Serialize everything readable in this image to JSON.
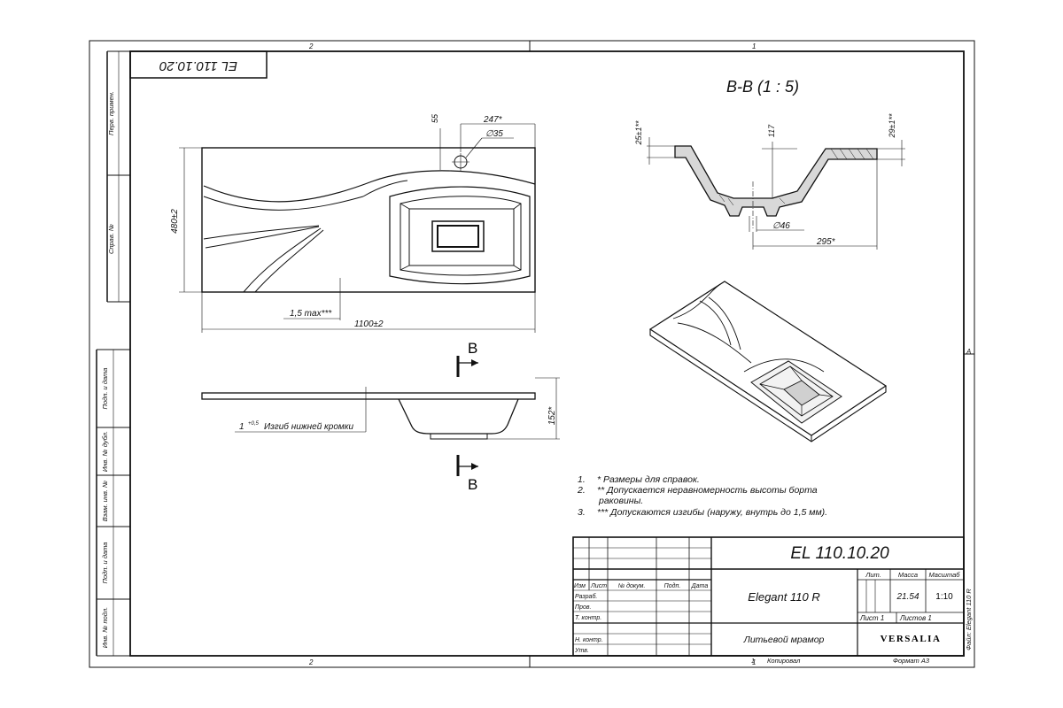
{
  "sheet": {
    "zone_top_left": "2",
    "zone_top_right": "1",
    "zone_bottom_left": "2",
    "zone_bottom_right": "1",
    "zone_right": "A",
    "rotated_code": "EL 110.10.20"
  },
  "left_strip": {
    "perv_primen": "Перв. примен.",
    "sprav_no": "Справ. №",
    "podp_data_1": "Подп. и дата",
    "inv_dubl": "Инв. № дубл.",
    "vzam_inv": "Взам. инв. №",
    "podp_data_2": "Подп. и дата",
    "inv_podl": "Инв. № подл."
  },
  "plan_view": {
    "dim_55": "55",
    "dim_247": "247*",
    "dim_hole": "∅35",
    "dim_480": "480±2",
    "dim_1100": "1100±2",
    "dim_edge": "1,5 max***"
  },
  "side_view": {
    "section_mark_top": "B",
    "section_mark_bottom": "B",
    "dim_152": "152*",
    "edge_bend_num": "1",
    "edge_bend_tol": "+0,5",
    "edge_bend_text": "Изгиб нижней кромки"
  },
  "section_view": {
    "title": "B-B (1 : 5)",
    "dim_25": "25±1**",
    "dim_117": "117",
    "dim_29": "29±1**",
    "dim_46": "∅46",
    "dim_295": "295*"
  },
  "notes": [
    {
      "num": "1.",
      "text": "*  Размеры для справок."
    },
    {
      "num": "2.",
      "text": "** Допускается неравномерность высоты борта"
    },
    {
      "num": "",
      "text": "раковины."
    },
    {
      "num": "3.",
      "text": "*** Допускаются изгибы (наружу, внутрь до 1,5 мм)."
    }
  ],
  "title_block": {
    "doc_code": "EL 110.10.20",
    "col_izm": "Изм",
    "col_list": "Лист",
    "col_doc": "№ докум.",
    "col_podp": "Подп.",
    "col_data": "Дата",
    "row_razrab": "Разраб.",
    "row_prov": "Пров.",
    "row_tkontr": "Т. контр.",
    "row_nkontr": "Н. контр.",
    "row_utv": "Утв.",
    "product_name": "Elegant 110 R",
    "material": "Литьевой мрамор",
    "lit_label": "Лит.",
    "mass_label": "Масса",
    "scale_label": "Масштаб",
    "mass": "21.54",
    "scale": "1:10",
    "sheet": "Лист 1",
    "sheets": "Листов 1",
    "logo": "VERSALIA",
    "copied": "Копировал",
    "format": "Формат А3",
    "file": "Файл: Elegant 110 R"
  }
}
